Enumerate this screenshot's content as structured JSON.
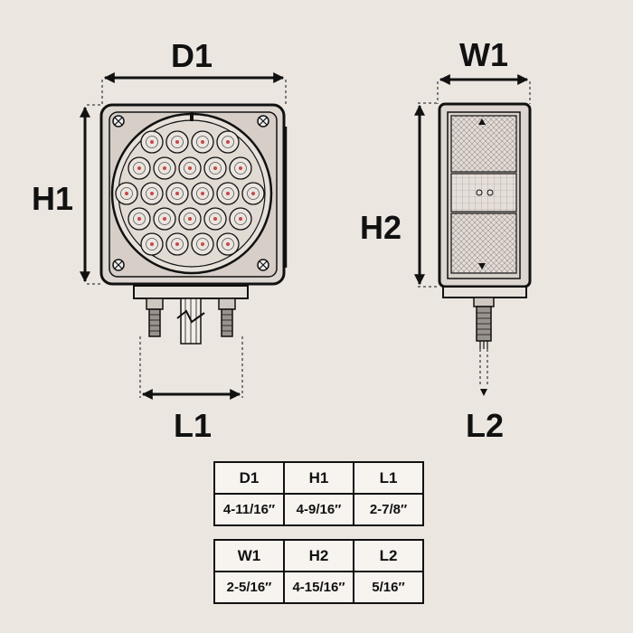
{
  "labels": {
    "d1": "D1",
    "h1": "H1",
    "l1": "L1",
    "w1": "W1",
    "h2": "H2",
    "l2": "L2"
  },
  "table1": {
    "headers": [
      "D1",
      "H1",
      "L1"
    ],
    "values": [
      "4-11/16″",
      "4-9/16″",
      "2-7/8″"
    ]
  },
  "table2": {
    "headers": [
      "W1",
      "H2",
      "L2"
    ],
    "values": [
      "2-5/16″",
      "4-15/16″",
      "5/16″"
    ]
  },
  "colors": {
    "background": "#ece6e1",
    "line": "#111111",
    "lens": "#ddd6d0",
    "led_dot": "#c44a4a",
    "table_fill": "#f7f3ef"
  }
}
